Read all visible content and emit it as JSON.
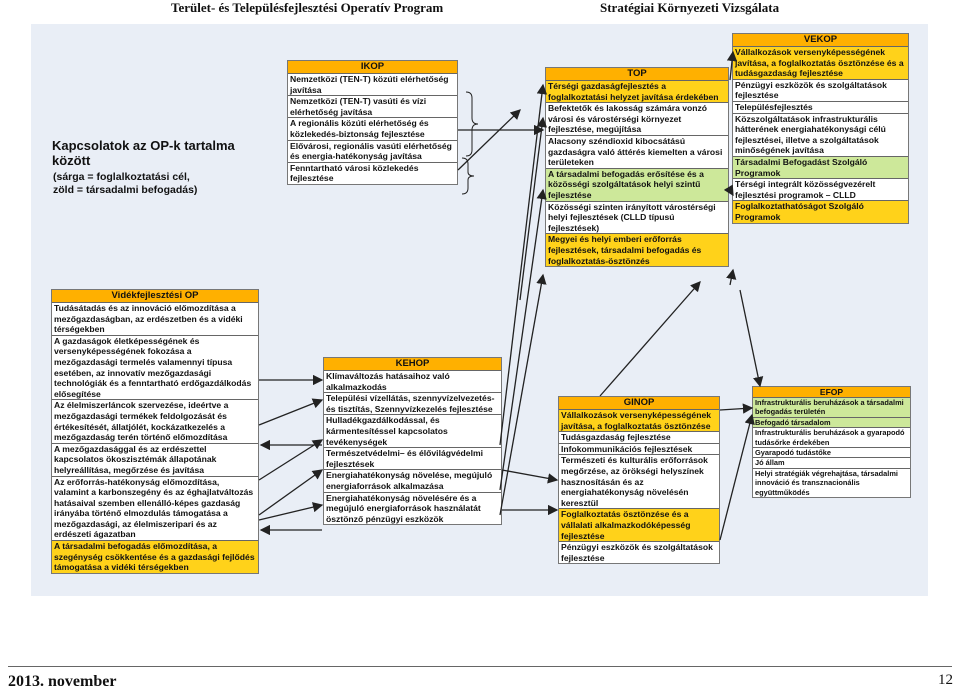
{
  "header": {
    "left": "Terület- és Településfejlesztési Operatív Program",
    "right": "Stratégiai Környezeti Vizsgálata"
  },
  "footer": {
    "date": "2013. november",
    "page": "12"
  },
  "diagram": {
    "title": "Kapcsolatok az OP-k tartalma között",
    "legend": "(sárga = foglalkoztatási cél,\nzöld = társadalmi befogadás)",
    "ikop": {
      "header": "IKOP",
      "rows": [
        {
          "text": "Nemzetközi (TEN-T) közúti elérhetőség javítása",
          "color": "w"
        },
        {
          "text": "Nemzetközi (TEN-T) vasúti és vízi elérhetőség javítása",
          "color": "w"
        },
        {
          "text": "A regionális közúti elérhetőség és közlekedés-biztonság fejlesztése",
          "color": "w"
        },
        {
          "text": "Elővárosi, regionális vasúti elérhetőség és energia-hatékonyság javítása",
          "color": "w"
        },
        {
          "text": "Fenntartható városi közlekedés fejlesztése",
          "color": "w"
        }
      ]
    },
    "top": {
      "header": "TOP",
      "rows": [
        {
          "text": "Térségi gazdaságfejlesztés a foglalkoztatási helyzet javítása érdekében",
          "color": "y"
        },
        {
          "text": "Befektetők és lakosság számára vonzó városi és várostérségi környezet fejlesztése, megújítása",
          "color": "w"
        },
        {
          "text": "Alacsony széndioxid kibocsátású gazdaságra való áttérés kiemelten a városi területeken",
          "color": "w"
        },
        {
          "text": "A társadalmi befogadás erősítése és a közösségi szolgáltatások helyi szintű fejlesztése",
          "color": "g"
        },
        {
          "text": "Közösségi szinten irányított várostérségi helyi fejlesztések (CLLD típusú fejlesztések)",
          "color": "w"
        },
        {
          "text": "Megyei és helyi emberi erőforrás fejlesztések, társadalmi befogadás és foglalkoztatás-ösztönzés",
          "color": "y"
        }
      ]
    },
    "vekop": {
      "header": "VEKOP",
      "rows": [
        {
          "text": "Vállalkozások versenyképességének javítása, a foglalkoztatás ösztönzése és a tudásgazdaság fejlesztése",
          "color": "y"
        },
        {
          "text": "Pénzügyi eszközök és szolgáltatások fejlesztése",
          "color": "w"
        },
        {
          "text": "Településfejlesztés",
          "color": "w"
        },
        {
          "text": "Közszolgáltatások infrastrukturális hátterének energiahatékonysági célú fejlesztései, illetve a szolgáltatások minőségének javítása",
          "color": "w"
        },
        {
          "text": "Társadalmi Befogadást Szolgáló Programok",
          "color": "g"
        },
        {
          "text": "Térségi integrált közösségvezérelt fejlesztési programok – CLLD",
          "color": "w"
        },
        {
          "text": "Foglalkoztathatóságot Szolgáló Programok",
          "color": "y"
        }
      ]
    },
    "videk": {
      "header": "Vidékfejlesztési OP",
      "rows": [
        {
          "text": "Tudásátadás és az innováció előmozdítása a mezőgazdaságban, az erdészetben és a vidéki térségekben",
          "color": "w"
        },
        {
          "text": "A gazdaságok életképességének és versenyképességének fokozása a mezőgazdasági termelés valamennyi típusa esetében, az innovatív mezőgazdasági technológiák és a fenntartható erdőgazdálkodás elősegítése",
          "color": "w"
        },
        {
          "text": "Az élelmiszerláncok szervezése, ideértve a mezőgazdasági termékek feldolgozását és értékesítését, állatjólét, kockázatkezelés a mezőgazdaság terén történő előmozdítása",
          "color": "w"
        },
        {
          "text": "A mezőgazdasággal és az erdészettel kapcsolatos ökoszisztémák állapotának helyreállítása, megőrzése és javítása",
          "color": "w"
        },
        {
          "text": "Az erőforrás-hatékonyság előmozdítása, valamint a karbonszegény és az éghajlatváltozás hatásaival szemben ellenálló-képes gazdaság irányába történő elmozdulás támogatása a mezőgazdasági, az élelmiszeripari és az erdészeti ágazatban",
          "color": "w"
        },
        {
          "text": "A társadalmi befogadás előmozdítása, a szegénység csökkentése és a gazdasági fejlődés támogatása a vidéki térségekben",
          "color": "y"
        }
      ]
    },
    "kehop": {
      "header": "KEHOP",
      "rows": [
        {
          "text": "Klímaváltozás hatásaihoz való alkalmazkodás",
          "color": "w"
        },
        {
          "text": "Települési vízellátás, szennyvízelvezetés-és tisztítás, Szennyvízkezelés fejlesztése",
          "color": "w"
        },
        {
          "text": "Hulladékgazdálkodással, és kármentesítéssel kapcsolatos tevékenységek",
          "color": "w"
        },
        {
          "text": "Természetvédelmi– és élővilágvédelmi fejlesztések",
          "color": "w"
        },
        {
          "text": "Energiahatékonyság növelése, megújuló energiaforrások alkalmazása",
          "color": "w"
        },
        {
          "text": "Energiahatékonyság növelésére és a megújuló energiaforrások használatát ösztönző pénzügyi eszközök",
          "color": "w"
        }
      ]
    },
    "ginop": {
      "header": "GINOP",
      "rows": [
        {
          "text": "Vállalkozások versenyképességének javítása, a foglalkoztatás ösztönzése",
          "color": "y"
        },
        {
          "text": "Tudásgazdaság fejlesztése",
          "color": "w"
        },
        {
          "text": "Infokommunikációs fejlesztések",
          "color": "w"
        },
        {
          "text": "Természeti és kulturális erőforrások megőrzése, az örökségi helyszínek hasznosításán és az energiahatékonyság növelésén keresztül",
          "color": "w"
        },
        {
          "text": "Foglalkoztatás ösztönzése és a vállalati alkalmazkodóképesség fejlesztése",
          "color": "y"
        },
        {
          "text": "Pénzügyi eszközök és szolgáltatások fejlesztése",
          "color": "w"
        }
      ]
    },
    "efop": {
      "header": "EFOP",
      "rows": [
        {
          "text": "Infrastrukturális beruházások a társadalmi befogadás területén",
          "color": "g"
        },
        {
          "text": "Befogadó társadalom",
          "color": "g"
        },
        {
          "text": "Infrastrukturális beruházások a gyarapodó tudásőrke érdekében",
          "color": "w"
        },
        {
          "text": "Gyarapodó tudástőke",
          "color": "w"
        },
        {
          "text": "Jó állam",
          "color": "w"
        },
        {
          "text": "Helyi stratégiák végrehajtása, társadalmi innováció és transznacionális együttműködés",
          "color": "w"
        }
      ]
    }
  }
}
